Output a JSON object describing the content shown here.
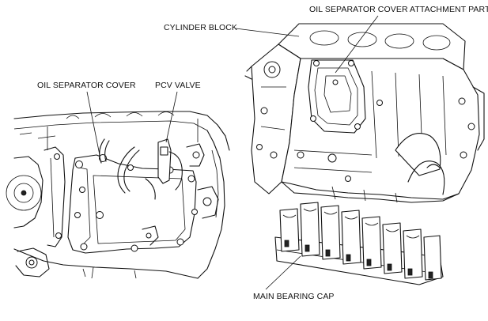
{
  "labels": {
    "oil_separator_cover_attachment_part": "OIL SEPARATOR COVER ATTACHMENT PART",
    "cylinder_block": "CYLINDER BLOCK",
    "oil_separator_cover": "OIL SEPARATOR COVER",
    "pcv_valve": "PCV VALVE",
    "main_bearing_cap": "MAIN BEARING CAP"
  }
}
